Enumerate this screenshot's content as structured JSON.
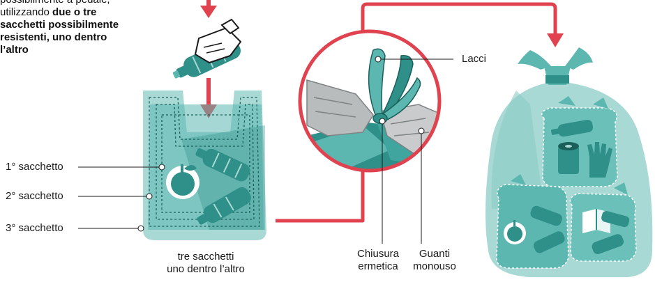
{
  "intro": {
    "line0": "possibilmente a pedale,",
    "line1_normal": "utilizzando ",
    "line1_bold": "due o tre",
    "line2_bold": "sacchetti possibilmente",
    "line3_bold": "resistenti, uno dentro",
    "line4_bold": "l’altro"
  },
  "bag_labels": {
    "first": "1° sacchetto",
    "second": "2° sacchetto",
    "third": "3° sacchetto"
  },
  "caption": {
    "line1": "tre sacchetti",
    "line2": "uno dentro l’altro"
  },
  "detail_labels": {
    "lacci": "Lacci",
    "chiusura_line1": "Chiusura",
    "chiusura_line2": "ermetica",
    "guanti_line1": "Guanti",
    "guanti_line2": "monouso"
  },
  "icons": [
    "arrow-down-icon",
    "gloved-hand-bottle-icon",
    "plastic-bag-icon",
    "tied-knot-icon",
    "garbage-bag-icon",
    "apple-icon",
    "bottle-icon",
    "toilet-roll-icon",
    "glove-icon",
    "book-icon"
  ],
  "colors": {
    "teal": "#5bb7b0",
    "teal_dark": "#2f8f89",
    "teal_light": "#a9d9d5",
    "red": "#e0434f",
    "gray": "#b9bcbd",
    "ink": "#1a1a1a"
  }
}
